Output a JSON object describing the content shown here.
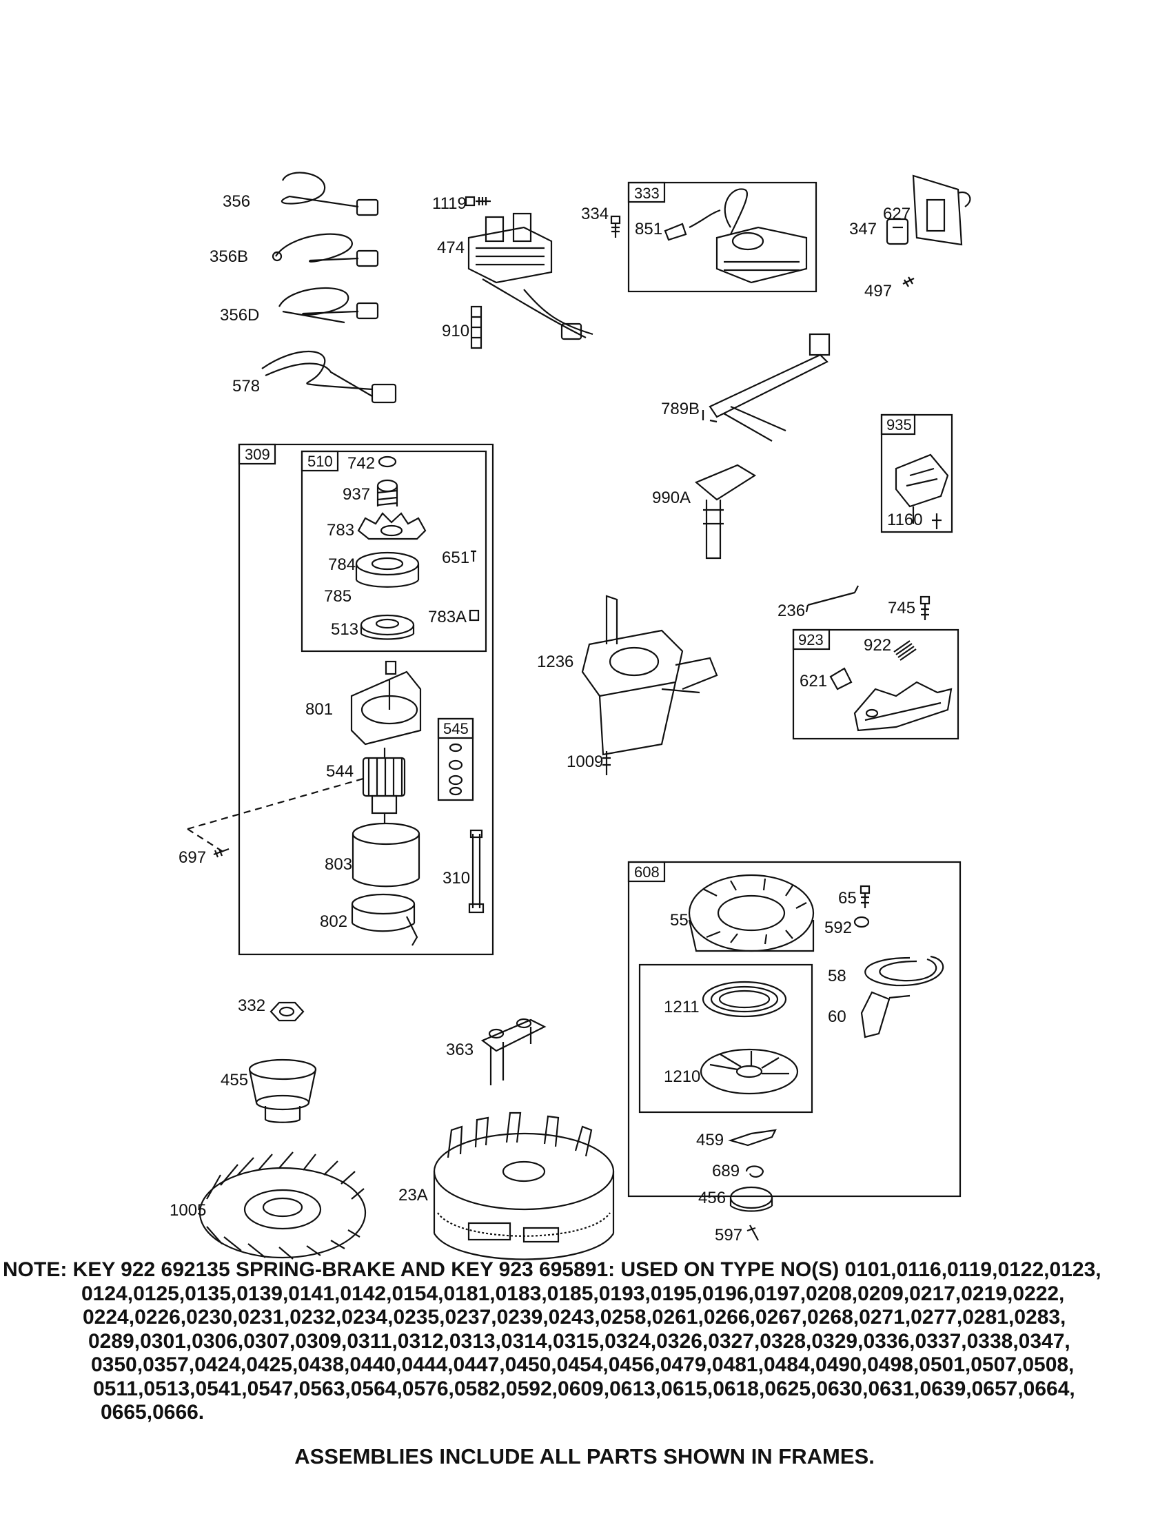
{
  "frames": {
    "f333": "333",
    "f935": "935",
    "f309": "309",
    "f510": "510",
    "f545": "545",
    "f923": "923",
    "f608": "608"
  },
  "parts": {
    "p356": "356",
    "p356B": "356B",
    "p356D": "356D",
    "p578": "578",
    "p1119": "1119",
    "p474": "474",
    "p910": "910",
    "p334": "334",
    "p851": "851",
    "p627": "627",
    "p347": "347",
    "p497": "497",
    "p789B": "789B",
    "p1160": "1160",
    "p990A": "990A",
    "p742": "742",
    "p937": "937",
    "p783": "783",
    "p651": "651",
    "p784": "784",
    "p785": "785",
    "p783A": "783A",
    "p513": "513",
    "p801": "801",
    "p544": "544",
    "p697": "697",
    "p803": "803",
    "p310": "310",
    "p802": "802",
    "p236": "236",
    "p745": "745",
    "p922": "922",
    "p621": "621",
    "p1236": "1236",
    "p1009": "1009",
    "p65": "65",
    "p55": "55",
    "p592": "592",
    "p58": "58",
    "p60": "60",
    "p1211": "1211",
    "p1210": "1210",
    "p459": "459",
    "p689": "689",
    "p456": "456",
    "p597": "597",
    "p332": "332",
    "p455": "455",
    "p363": "363",
    "p1005": "1005",
    "p23A": "23A"
  },
  "note": {
    "line1": "NOTE: KEY 922 692135 SPRING-BRAKE AND KEY 923 695891: USED ON TYPE NO(S) 0101,0116,0119,0122,0123,",
    "line2": "0124,0125,0135,0139,0141,0142,0154,0181,0183,0185,0193,0195,0196,0197,0208,0209,0217,0219,0222,",
    "line3": "0224,0226,0230,0231,0232,0234,0235,0237,0239,0243,0258,0261,0266,0267,0268,0271,0277,0281,0283,",
    "line4": "0289,0301,0306,0307,0309,0311,0312,0313,0314,0315,0324,0326,0327,0328,0329,0336,0337,0338,0347,",
    "line5": "0350,0357,0424,0425,0438,0440,0444,0447,0450,0454,0456,0479,0481,0484,0490,0498,0501,0507,0508,",
    "line6": "0511,0513,0541,0547,0563,0564,0576,0582,0592,0609,0613,0615,0618,0625,0630,0631,0639,0657,0664,",
    "line7": "0665,0666."
  },
  "assemblies_note": "ASSEMBLIES INCLUDE ALL PARTS SHOWN IN FRAMES."
}
